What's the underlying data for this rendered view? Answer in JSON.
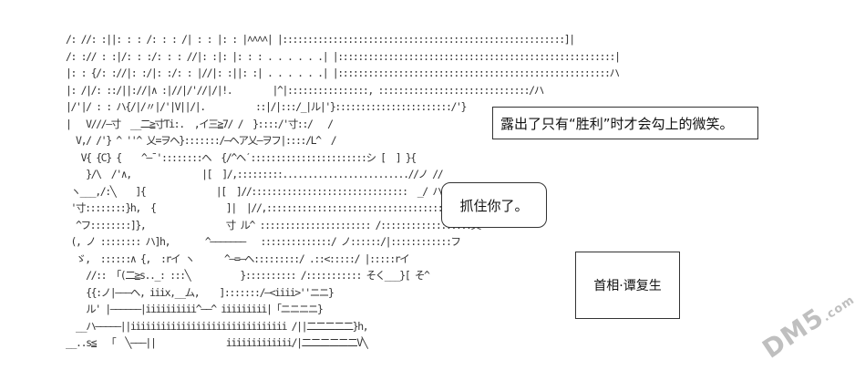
{
  "art": {
    "lines": [
      "/: //: :||: : : /: : : /| : : |: : |˄˄˄˄| |::::::::::::::::::::::::::::::::::::::::::::::::::::::::]|",
      "/: :// : :|/: : :/: : : //|: :|: |: : : . . . . . .| |:::::::::::::::::::::::::::::::::::::::::::::::::::::::|",
      "|: : {/: ://|: :/|: :/: : |//|: :||: :| . . . . . .| |::::::::::::::::::::::::::::::::::::::::::::::::::::::ハ",
      "|: /|/: ::/||://|∧ :|//|/'//|/|!.        |^|::::::::::::::::, ::::::::::::::::::::::::::::::/ハ",
      "|/'|/ : : ハ{/|/〃|/'|V||/|.          ::|/|:::/_|ル|'}:::::::::::::::::::::::/'}",
      "|   V///—寸  __二≧寸Ti:.  ,イ三≧7/ /  }::::/'寸::/   /",
      "  V,/ /'} ^ ''^ 乂=ヲヘ}:::::::/—ヘア乂—ヲフ|::::/L^  /",
      "   V{ {C} {    ^—¯'::::::::ヘ  {/^ヘˊ:::::::::::::::::::::::シ [  ] }{",
      "    }/\\  /'∧,              |[  ]/,:::::::::.........................//ノ //",
      " ヽ___,/:╲    ]{              |[  ]//:::::::::::::::::::::::::::::::  _/ ハ f",
      " '寸::::::::}h,  {              ]|  |//,:::::::::::::::::::::::::::::::::::",
      "  ^フ::::::::]},                寸 ル^ :::::::::::::::::::::: /::::::::::::::::::乂",
      " (, ノ :::::::: ハ]h,       ^———————   ::::::::::::::/ ノ::::::/|::::::::::::フ",
      "  ゞ,  ::::::∧ {,  :rイ ヽ      ^—=—ヘ:::::::::/ .::<:::::/ |:::::rイ",
      "    //:: 「(二≧s.._: :::╲          }:::::::::: /::::::::::: そく___}[ そ^",
      "    {{:ノ|———ヘ, iiix,__ム,    ]:::::::/—<iiii>''ニニ}",
      "    ル' |——————|iiiiiiiiii^——^ iiiiiiiii|「ニニニニ}",
      "  __ハ—————||iiiiiiiiiiiiiiiiiiiiiiiiiiiiiii /||二二二二二}h,",
      "__..s≦  「  ╲———||              iiiiiiiiiiiii/|二二二二二二V╲"
    ]
  },
  "caption": {
    "text": "露出了只有“胜利”时才会勾上的微笑。"
  },
  "bubble": {
    "text": "抓住你了。"
  },
  "credit": {
    "text": "首相·谭复生"
  },
  "watermark": {
    "text": "DM5",
    "suffix": ".com"
  }
}
